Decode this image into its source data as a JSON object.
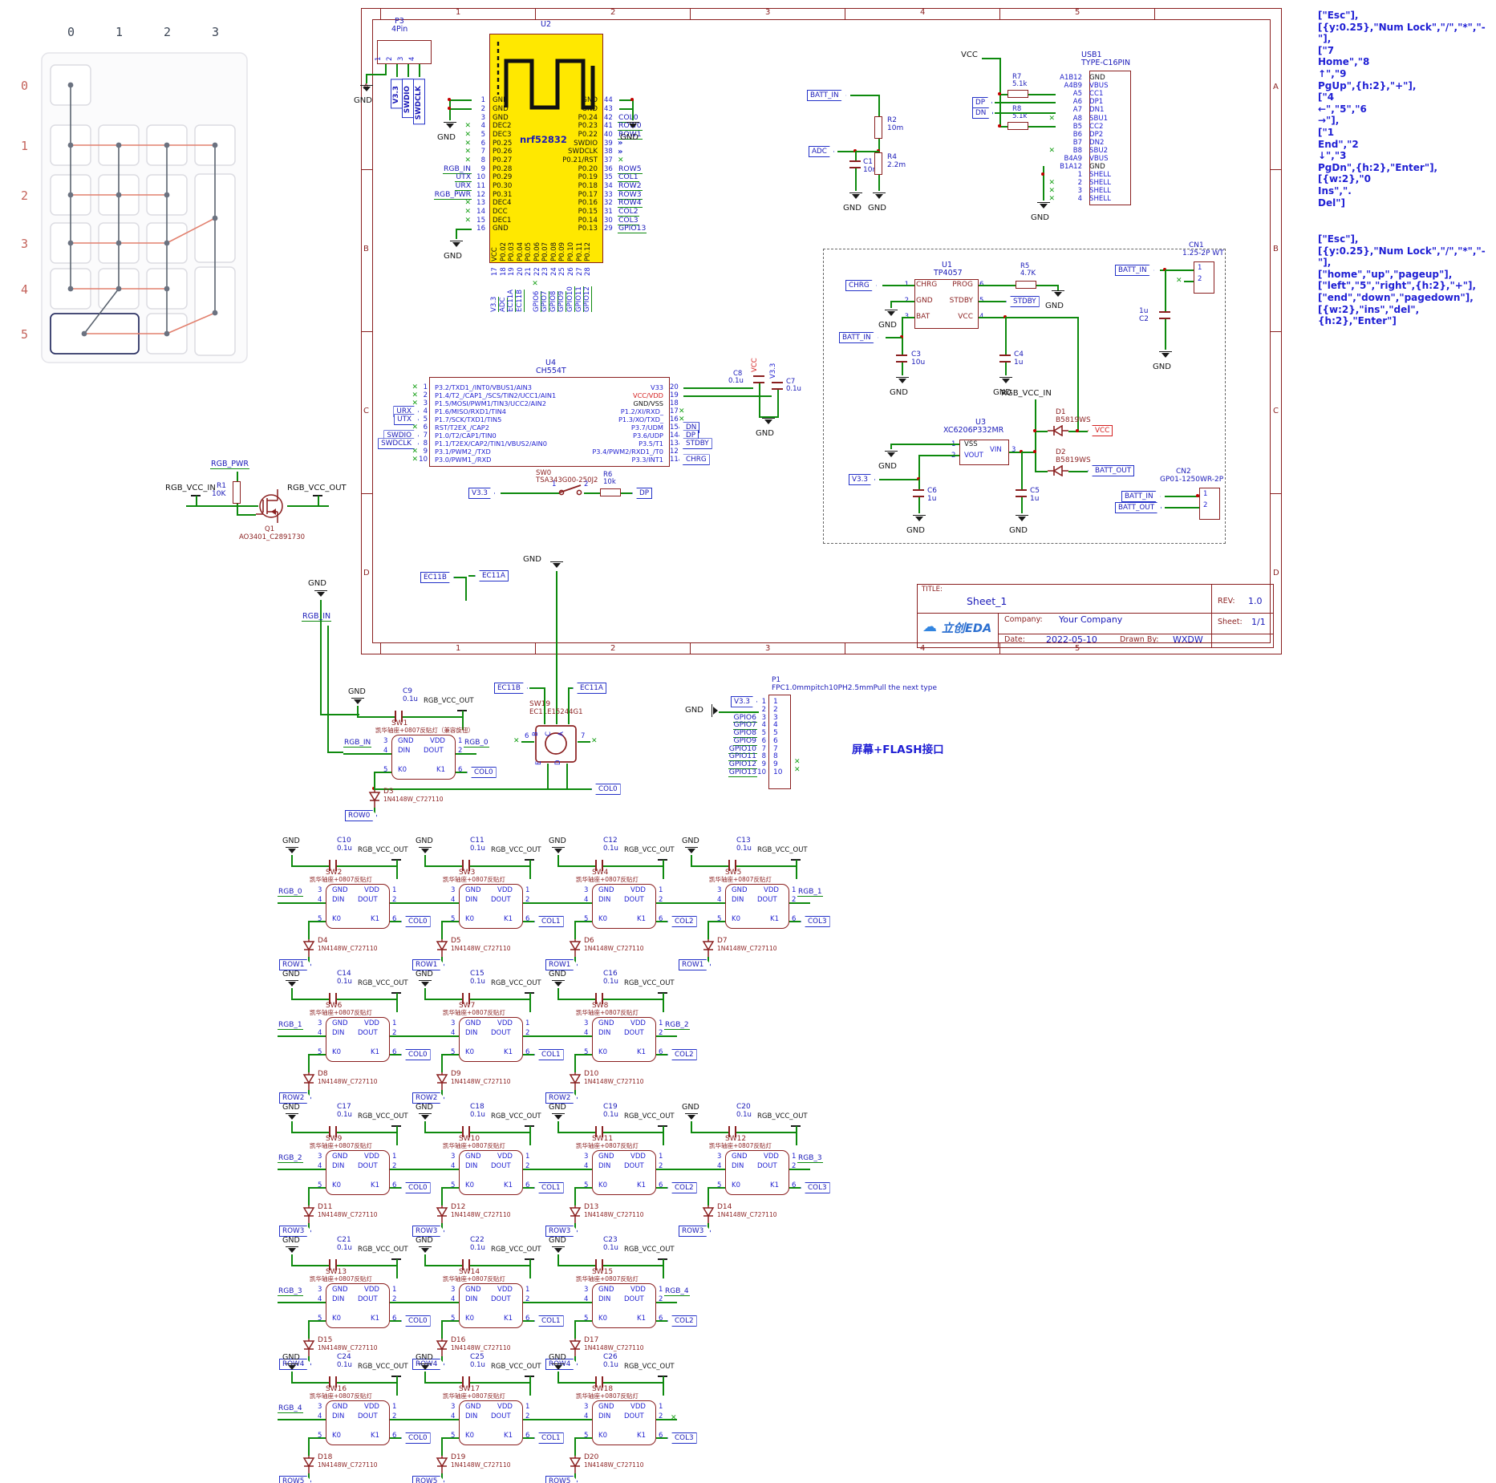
{
  "common": {
    "gnd": "GND",
    "rgb_vcc": "RGB_VCC_OUT",
    "cap_value": "0.1u",
    "sw_value": "凯华轴座+0807反贴灯",
    "diode_value": "1N4148W_C727110",
    "sw_pins": {
      "left": [
        [
          "3",
          "GND"
        ],
        [
          "4",
          "DIN"
        ],
        [
          "5",
          "K0"
        ]
      ],
      "right": [
        [
          "1",
          "VDD"
        ],
        [
          "2",
          "DOUT"
        ],
        [
          "6",
          "K1"
        ]
      ]
    }
  },
  "colors": {
    "wire": "#0e8a0e",
    "outline": "#8a1f1f",
    "module_fill": "#ffe800",
    "net_blue": "#1a1ab8",
    "vcc_red": "#d42020",
    "nc_green": "#18a018"
  },
  "matrix": {
    "col_labels": [
      "0",
      "1",
      "2",
      "3"
    ],
    "row_labels": [
      "0",
      "1",
      "2",
      "3",
      "4",
      "5"
    ]
  },
  "notes": {
    "block1": "[\"Esc\"],\n[{y:0.25},\"Num Lock\",\"/\",\"*\",\"-\"],\n[\"7\nHome\",\"8\n↑\",\"9\nPgUp\",{h:2},\"+\"],\n[\"4\n←\",\"5\",\"6\n→\"],\n[\"1\nEnd\",\"2\n↓\",\"3\nPgDn\",{h:2},\"Enter\"],\n[{w:2},\"0\nIns\",\".\nDel\"]",
    "block2": "[\"Esc\"],\n[{y:0.25},\"Num Lock\",\"/\",\"*\",\"-\"],\n[\"home\",\"up\",\"pageup\"],\n[\"left\",\"5\",\"right\",{h:2},\"+\"],\n[\"end\",\"down\",\"pagedown\"],\n[{w:2},\"ins\",\"del\",{h:2},\"Enter\"]"
  },
  "sheet": {
    "zones_h": [
      "1",
      "2",
      "3",
      "4",
      "5"
    ],
    "zones_v": [
      "A",
      "B",
      "C",
      "D"
    ],
    "title_block": {
      "title_label": "TITLE:",
      "title": "Sheet_1",
      "rev_label": "REV:",
      "rev": "1.0",
      "logo": "立创EDA",
      "company_label": "Company:",
      "company": "Your Company",
      "sheet_label": "Sheet:",
      "sheet": "1/1",
      "date_label": "Date:",
      "date": "2022-05-10",
      "drawn_label": "Drawn By:",
      "drawn": "WXDW"
    }
  },
  "p3": {
    "ref": "P3",
    "value": "4Pin",
    "pins": [
      "1",
      "2",
      "3",
      "4"
    ],
    "v33": "V3.3",
    "swdio": "SWDIO",
    "swdclk": "SWDCLK"
  },
  "u2": {
    "ref": "U2",
    "value": "nrf52832",
    "left": [
      {
        "num": "1",
        "name": "GND"
      },
      {
        "num": "2",
        "name": "GND"
      },
      {
        "num": "3",
        "name": "GND"
      },
      {
        "num": "4",
        "name": "DEC2",
        "x": 1
      },
      {
        "num": "5",
        "name": "DEC3",
        "x": 1
      },
      {
        "num": "6",
        "name": "P0.25",
        "x": 1
      },
      {
        "num": "7",
        "name": "P0.26",
        "x": 1
      },
      {
        "num": "8",
        "name": "P0.27",
        "x": 1
      },
      {
        "num": "9",
        "name": "P0.28",
        "net": "RGB_IN"
      },
      {
        "num": "10",
        "name": "P0.29",
        "net": "UTX"
      },
      {
        "num": "11",
        "name": "P0.30",
        "net": "URX"
      },
      {
        "num": "12",
        "name": "P0.31",
        "net": "RGB_PWR"
      },
      {
        "num": "13",
        "name": "DEC4",
        "x": 1
      },
      {
        "num": "14",
        "name": "DCC",
        "x": 1
      },
      {
        "num": "15",
        "name": "DEC1",
        "x": 1
      },
      {
        "num": "16",
        "name": "GND"
      }
    ],
    "right": [
      {
        "num": "44",
        "name": "GND"
      },
      {
        "num": "43",
        "name": "GND"
      },
      {
        "num": "42",
        "name": "P0.24",
        "net": "COL0"
      },
      {
        "num": "41",
        "name": "P0.23",
        "net": "ROW0"
      },
      {
        "num": "40",
        "name": "P0.22",
        "net": "ROW1"
      },
      {
        "num": "39",
        "name": "SWDIO",
        "chev": 1
      },
      {
        "num": "38",
        "name": "SWDCLK",
        "chev": 1
      },
      {
        "num": "37",
        "name": "P0.21/RST",
        "x": 1
      },
      {
        "num": "36",
        "name": "P0.20",
        "net": "ROW5"
      },
      {
        "num": "35",
        "name": "P0.19",
        "net": "COL1"
      },
      {
        "num": "34",
        "name": "P0.18",
        "net": "ROW2"
      },
      {
        "num": "33",
        "name": "P0.17",
        "net": "ROW3"
      },
      {
        "num": "32",
        "name": "P0.16",
        "net": "ROW4"
      },
      {
        "num": "31",
        "name": "P0.15",
        "net": "COL2"
      },
      {
        "num": "30",
        "name": "P0.14",
        "net": "COL3"
      },
      {
        "num": "29",
        "name": "P0.13",
        "net": "GPIO13"
      }
    ],
    "bottom": [
      {
        "num": "17",
        "name": "VCC",
        "net": "V3.3"
      },
      {
        "num": "18",
        "name": "P0.02",
        "net": "ADC"
      },
      {
        "num": "19",
        "name": "P0.03",
        "net": "EC11A"
      },
      {
        "num": "20",
        "name": "P0.04",
        "net": "EC11B"
      },
      {
        "num": "21",
        "name": "P0.05",
        "x": 1
      },
      {
        "num": "22",
        "name": "P0.06",
        "net": "GPIO6"
      },
      {
        "num": "23",
        "name": "P0.07",
        "net": "GPIO7"
      },
      {
        "num": "24",
        "name": "P0.08",
        "net": "GPIO8"
      },
      {
        "num": "25",
        "name": "P0.09",
        "net": "GPIO9"
      },
      {
        "num": "26",
        "name": "P0.10",
        "net": "GPIO10"
      },
      {
        "num": "27",
        "name": "P0.11",
        "net": "GPIO11"
      },
      {
        "num": "28",
        "name": "P0.12",
        "net": "GPIO12"
      }
    ]
  },
  "batt": {
    "batt_in": "BATT_IN",
    "adc": "ADC",
    "r2": {
      "ref": "R2",
      "value": "10m"
    },
    "r4": {
      "ref": "R4",
      "value": "2.2m"
    },
    "c1": {
      "ref": "C1",
      "value": "10nF"
    }
  },
  "usb": {
    "vcc": "VCC",
    "dp": "DP",
    "dn": "DN",
    "r7": {
      "ref": "R7",
      "value": "5.1k"
    },
    "r8": {
      "ref": "R8",
      "value": "5.1k"
    },
    "usb1": {
      "ref": "USB1",
      "value": "TYPE-C16PIN",
      "pins": [
        {
          "num": "A1B12",
          "name": "GND",
          "c": "k"
        },
        {
          "num": "A4B9",
          "name": "VBUS"
        },
        {
          "num": "A5",
          "name": "CC1"
        },
        {
          "num": "A6",
          "name": "DP1"
        },
        {
          "num": "A7",
          "name": "DN1"
        },
        {
          "num": "A8",
          "name": "SBU1",
          "x": 1
        },
        {
          "num": "B5",
          "name": "CC2"
        },
        {
          "num": "B6",
          "name": "DP2"
        },
        {
          "num": "B7",
          "name": "DN2"
        },
        {
          "num": "B8",
          "name": "SBU2",
          "x": 1
        },
        {
          "num": "B4A9",
          "name": "VBUS"
        },
        {
          "num": "B1A12",
          "name": "GND",
          "c": "k"
        },
        {
          "num": "1",
          "name": "SHELL"
        },
        {
          "num": "2",
          "name": "SHELL",
          "x": 1
        },
        {
          "num": "3",
          "name": "SHELL",
          "x": 1
        },
        {
          "num": "4",
          "name": "SHELL",
          "x": 1
        }
      ]
    }
  },
  "charge": {
    "chrg": "CHRG",
    "stdby": "STDBY",
    "batt_in": "BATT_IN",
    "batt_out": "BATT_OUT",
    "v33": "V3.3",
    "vcc": "VCC",
    "rgb_vcc_in": "RGB_VCC_IN",
    "u1": {
      "ref": "U1",
      "value": "TP4057",
      "left": [
        {
          "num": "1",
          "name": "CHRG"
        },
        {
          "num": "2",
          "name": "GND"
        },
        {
          "num": "3",
          "name": "BAT"
        }
      ],
      "right": [
        {
          "num": "6",
          "name": "PROG"
        },
        {
          "num": "5",
          "name": "STDBY"
        },
        {
          "num": "4",
          "name": "VCC"
        }
      ]
    },
    "u3": {
      "ref": "U3",
      "value": "XC6206P332MR",
      "vss": "VSS",
      "vout": "VOUT",
      "vin": "VIN",
      "n1": "1",
      "n2": "2",
      "n3": "3"
    },
    "r5": {
      "ref": "R5",
      "value": "4.7K"
    },
    "c2": {
      "ref": "C2",
      "value": "1u"
    },
    "c3": {
      "ref": "C3",
      "value": "10u"
    },
    "c4": {
      "ref": "C4",
      "value": "1u"
    },
    "c5": {
      "ref": "C5",
      "value": "1u"
    },
    "c6": {
      "ref": "C6",
      "value": "1u"
    },
    "d1": {
      "ref": "D1",
      "value": "B5819WS"
    },
    "d2": {
      "ref": "D2",
      "value": "B5819WS"
    },
    "cn1": {
      "ref": "CN1",
      "value": "1.25-2P WT",
      "pins": [
        "1",
        "2"
      ]
    },
    "cn2": {
      "ref": "CN2",
      "value": "GP01-1250WR-2P",
      "pins": [
        "1",
        "2"
      ]
    }
  },
  "u4": {
    "ref": "U4",
    "value": "CH554T",
    "vcc": "VCC",
    "v33": "V3.3",
    "c7": {
      "ref": "C7",
      "value": "0.1u"
    },
    "c8": {
      "ref": "C8",
      "value": "0.1u"
    },
    "left": [
      {
        "num": "1",
        "name": "P3.2/TXD1_/INT0/VBUS1/AIN3",
        "x": 1
      },
      {
        "num": "2",
        "name": "P1.4/T2_/CAP1_/SCS/TIN2/UCC1/AIN1",
        "x": 1
      },
      {
        "num": "3",
        "name": "P1.5/MOSI/PWM1/TIN3/UCC2/AIN2",
        "x": 1
      },
      {
        "num": "4",
        "name": "P1.6/MISO/RXD1/TIN4",
        "port": "URX"
      },
      {
        "num": "5",
        "name": "P1.7/SCK/TXD1/TIN5",
        "port": "UTX"
      },
      {
        "num": "6",
        "name": "RST/T2EX_/CAP2",
        "x": 1
      },
      {
        "num": "7",
        "name": "P1.0/T2/CAP1/TIN0",
        "port": "SWDIO"
      },
      {
        "num": "8",
        "name": "P1.1/T2EX/CAP2/TIN1/VBUS2/AIN0",
        "port": "SWDCLK"
      },
      {
        "num": "9",
        "name": "P3.1/PWM2_/TXD",
        "x": 1
      },
      {
        "num": "10",
        "name": "P3.0/PWM1_/RXD",
        "x": 1
      }
    ],
    "right": [
      {
        "num": "20",
        "name": "V33"
      },
      {
        "num": "19",
        "name": "VCC/VDD",
        "c": "r"
      },
      {
        "num": "18",
        "name": "GND/VSS",
        "c": "k"
      },
      {
        "num": "17",
        "name": "P1.2/XI/RXD_",
        "x": 1
      },
      {
        "num": "16",
        "name": "P1.3/XO/TXD_",
        "x": 1
      },
      {
        "num": "15",
        "name": "P3.7/UDM",
        "port": "DN"
      },
      {
        "num": "14",
        "name": "P3.6/UDP",
        "port": "DP"
      },
      {
        "num": "13",
        "name": "P3.5/T1",
        "port": "STDBY"
      },
      {
        "num": "12",
        "name": "P3.4/PWM2/RXD1_/T0"
      },
      {
        "num": "11",
        "name": "P3.3/INT1",
        "port": "CHRG"
      }
    ]
  },
  "sw0": {
    "ref": "SW0",
    "value": "TSA343G00-250J2",
    "r6": {
      "ref": "R6",
      "value": "10k"
    },
    "v33": "V3.3",
    "dp": "DP",
    "pins": [
      "1",
      "2"
    ]
  },
  "rgb_pwr": {
    "net": "RGB_PWR",
    "r1": {
      "ref": "R1",
      "value": "10K"
    },
    "q1": {
      "ref": "Q1",
      "value": "AO3401_C2891730"
    },
    "in": "RGB_VCC_IN",
    "out": "RGB_VCC_OUT"
  },
  "row0": {
    "gnd_top": "GND",
    "rgb_in_top": "RGB_IN",
    "ec11b_top": "EC11B",
    "ec11a_top": "EC11A",
    "cell": {
      "sw": "SW1",
      "cap": "C9",
      "diode": "D3",
      "col": "COL0",
      "row": "ROW0",
      "left": "RGB_IN",
      "right": "RGB_0",
      "value": "凯华轴座+0807反贴灯（兼容旋钮）"
    },
    "enc": {
      "ref": "SW19",
      "value": "EC11E15244G1",
      "ec11b": "EC11B",
      "ec11a": "EC11A",
      "pins": [
        "B",
        "C",
        "A",
        "E",
        "D"
      ],
      "p6": "6",
      "p7": "7",
      "col": "COL0"
    }
  },
  "p1": {
    "ref": "P1",
    "value": "FPC1.0mmpitch10PH2.5mmPull the next type",
    "note": "屏幕+FLASH接口",
    "v33": "V3.3",
    "pins": [
      {
        "num": "1",
        "name": "1",
        "port": "V3.3"
      },
      {
        "num": "2",
        "name": "2"
      },
      {
        "num": "3",
        "name": "3",
        "net": "GPIO6"
      },
      {
        "num": "4",
        "name": "4",
        "net": "GPIO7"
      },
      {
        "num": "5",
        "name": "5",
        "net": "GPIO8"
      },
      {
        "num": "6",
        "name": "6",
        "net": "GPIO9"
      },
      {
        "num": "7",
        "name": "7",
        "net": "GPIO10"
      },
      {
        "num": "8",
        "name": "8",
        "net": "GPIO11"
      },
      {
        "num": "9",
        "name": "9",
        "net": "GPIO12"
      },
      {
        "num": "10",
        "name": "10",
        "net": "GPIO13"
      }
    ]
  },
  "banks": [
    {
      "row": "ROW1",
      "left": "RGB_0",
      "right": "RGB_1",
      "cells": [
        {
          "sw": "SW2",
          "cap": "C10",
          "diode": "D4",
          "col": "COL0"
        },
        {
          "sw": "SW3",
          "cap": "C11",
          "diode": "D5",
          "col": "COL1"
        },
        {
          "sw": "SW4",
          "cap": "C12",
          "diode": "D6",
          "col": "COL2"
        },
        {
          "sw": "SW5",
          "cap": "C13",
          "diode": "D7",
          "col": "COL3"
        }
      ]
    },
    {
      "row": "ROW2",
      "left": "RGB_1",
      "right": "RGB_2",
      "cells": [
        {
          "sw": "SW6",
          "cap": "C14",
          "diode": "D8",
          "col": "COL0"
        },
        {
          "sw": "SW7",
          "cap": "C15",
          "diode": "D9",
          "col": "COL1"
        },
        {
          "sw": "SW8",
          "cap": "C16",
          "diode": "D10",
          "col": "COL2"
        }
      ]
    },
    {
      "row": "ROW3",
      "left": "RGB_2",
      "right": "RGB_3",
      "cells": [
        {
          "sw": "SW9",
          "cap": "C17",
          "diode": "D11",
          "col": "COL0"
        },
        {
          "sw": "SW10",
          "cap": "C18",
          "diode": "D12",
          "col": "COL1"
        },
        {
          "sw": "SW11",
          "cap": "C19",
          "diode": "D13",
          "col": "COL2"
        },
        {
          "sw": "SW12",
          "cap": "C20",
          "diode": "D14",
          "col": "COL3"
        }
      ]
    },
    {
      "row": "ROW4",
      "left": "RGB_3",
      "right": "RGB_4",
      "cells": [
        {
          "sw": "SW13",
          "cap": "C21",
          "diode": "D15",
          "col": "COL0"
        },
        {
          "sw": "SW14",
          "cap": "C22",
          "diode": "D16",
          "col": "COL1"
        },
        {
          "sw": "SW15",
          "cap": "C23",
          "diode": "D17",
          "col": "COL2"
        }
      ]
    },
    {
      "row": "ROW5",
      "left": "RGB_4",
      "right": null,
      "x_after": true,
      "cells": [
        {
          "sw": "SW16",
          "cap": "C24",
          "diode": "D18",
          "col": "COL0"
        },
        {
          "sw": "SW17",
          "cap": "C25",
          "diode": "D19",
          "col": "COL1"
        },
        {
          "sw": "SW18",
          "cap": "C26",
          "diode": "D20",
          "col": "COL3"
        }
      ]
    }
  ]
}
